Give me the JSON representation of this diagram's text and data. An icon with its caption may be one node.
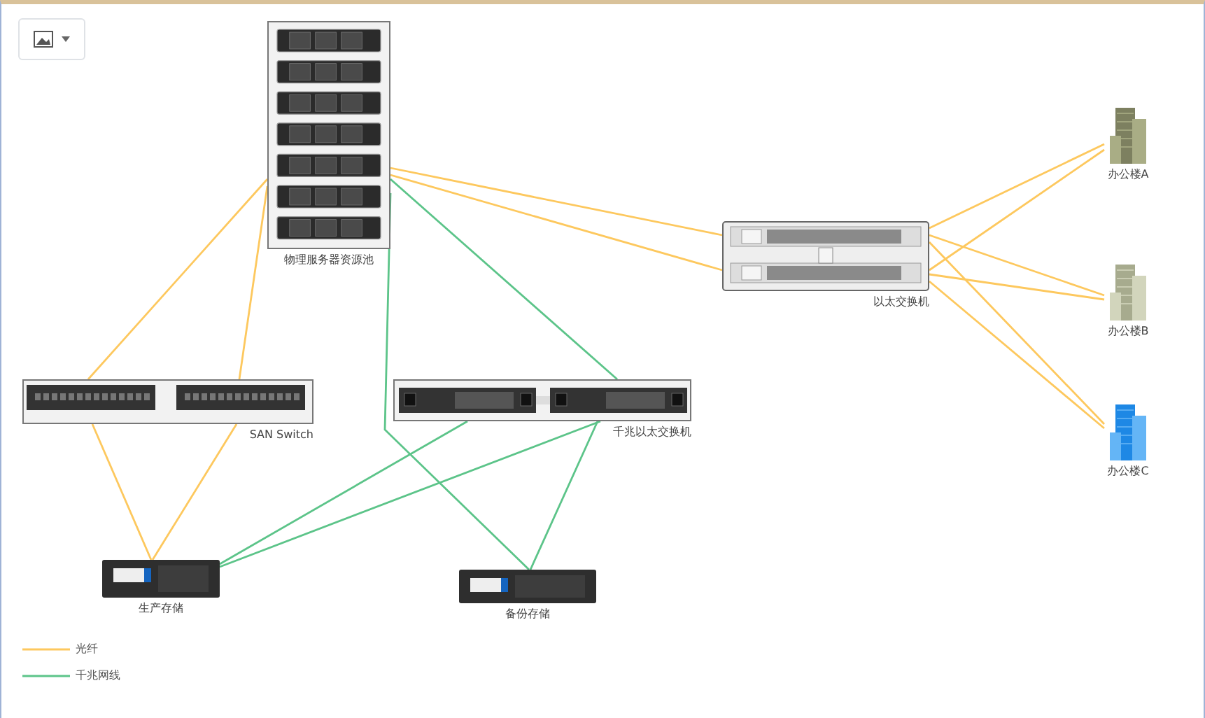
{
  "diagram": {
    "nodes": [
      {
        "text": [
          "物理服务器资源池"
        ]
      },
      {
        "text": [
          "以太交换机"
        ]
      },
      {
        "text": [
          "办公楼A"
        ]
      },
      {
        "text": [
          "办公楼B"
        ]
      },
      {
        "text": [
          "办公楼C"
        ]
      },
      {
        "text": [
          "SAN Switch"
        ]
      },
      {
        "text": [
          "千兆以太交换机"
        ]
      },
      {
        "text": [
          "生产存储"
        ]
      },
      {
        "text": [
          "备份存储"
        ]
      }
    ],
    "edges": [
      {
        "from": 0,
        "to": 1,
        "arrow": "none"
      },
      {
        "from": 0,
        "to": 1,
        "arrow": "none"
      },
      {
        "from": 0,
        "to": 5,
        "arrow": "none"
      },
      {
        "from": 0,
        "to": 5,
        "arrow": "none"
      },
      {
        "from": 1,
        "to": 2,
        "arrow": "none"
      },
      {
        "from": 1,
        "to": 2,
        "arrow": "none"
      },
      {
        "from": 1,
        "to": 3,
        "arrow": "none"
      },
      {
        "from": 1,
        "to": 3,
        "arrow": "none"
      },
      {
        "from": 1,
        "to": 4,
        "arrow": "none"
      },
      {
        "from": 1,
        "to": 4,
        "arrow": "none"
      },
      {
        "from": 5,
        "to": 7,
        "arrow": "none"
      },
      {
        "from": 5,
        "to": 7,
        "arrow": "none"
      },
      {
        "from": 0,
        "to": 6,
        "arrow": "none",
        "color": "#5cc489"
      },
      {
        "from": 0,
        "to": 8,
        "arrow": "none",
        "color": "#5cc489"
      },
      {
        "from": 6,
        "to": 7,
        "arrow": "none",
        "color": "#5cc489"
      },
      {
        "from": 6,
        "to": 7,
        "arrow": "none",
        "color": "#5cc489"
      },
      {
        "from": 6,
        "to": 8,
        "arrow": "none",
        "color": "#5cc489"
      }
    ],
    "legend": [
      {
        "text": "光纤",
        "color": "#fdc85e"
      },
      {
        "text": "千兆网线",
        "color": "#5cc489"
      }
    ]
  }
}
